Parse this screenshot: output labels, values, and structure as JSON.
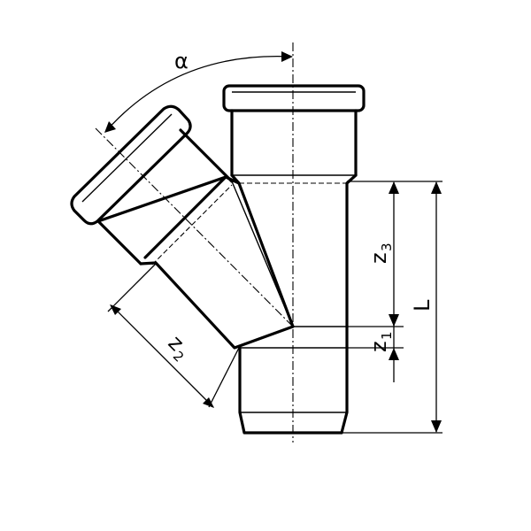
{
  "labels": {
    "angle_symbol": "α",
    "length": "L",
    "z1": {
      "base": "z",
      "sub": "1"
    },
    "z2": {
      "base": "z",
      "sub": "2"
    },
    "z3": {
      "base": "z",
      "sub": "3"
    }
  }
}
